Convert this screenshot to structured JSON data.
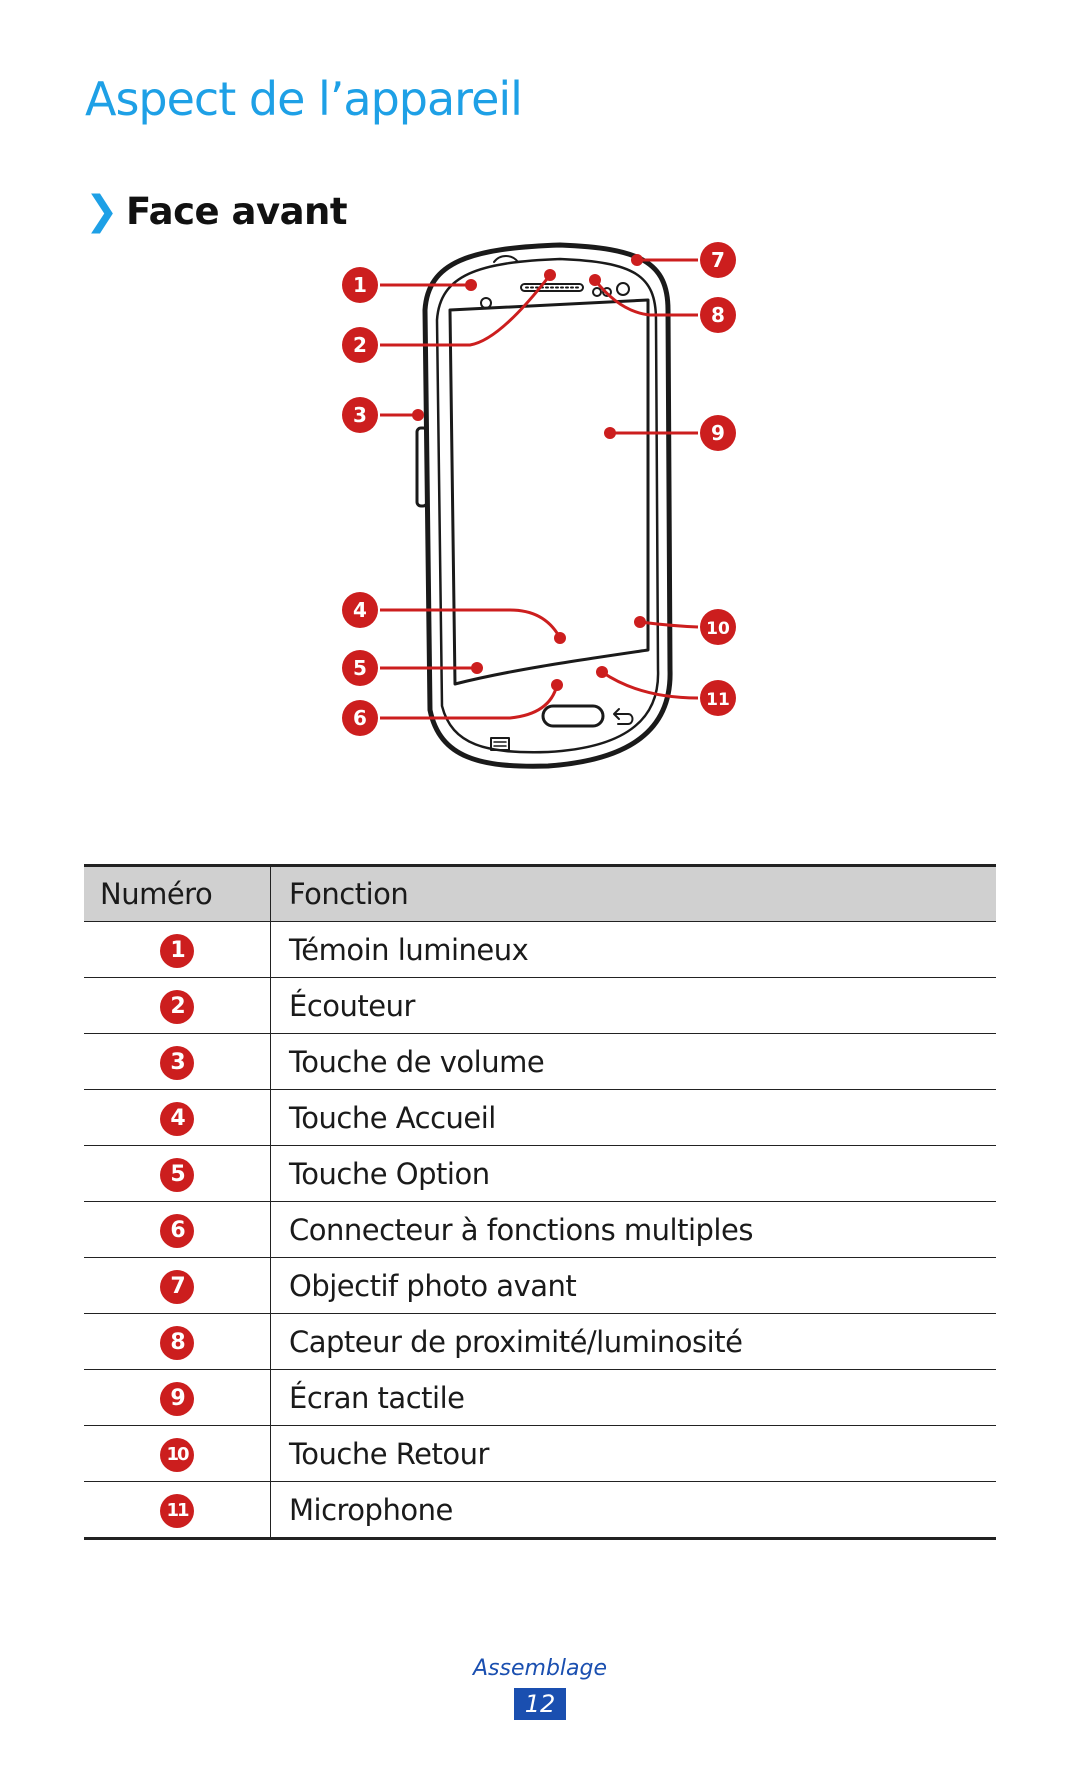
{
  "page": {
    "title": "Aspect de l’appareil",
    "section_chevron": "❯",
    "section_title": "Face avant"
  },
  "figure": {
    "callouts": [
      "1",
      "2",
      "3",
      "4",
      "5",
      "6",
      "7",
      "8",
      "9",
      "10",
      "11"
    ]
  },
  "table": {
    "headers": [
      "Numéro",
      "Fonction"
    ],
    "rows": [
      {
        "num": "1",
        "label": "Témoin lumineux"
      },
      {
        "num": "2",
        "label": "Écouteur"
      },
      {
        "num": "3",
        "label": "Touche de volume"
      },
      {
        "num": "4",
        "label": "Touche Accueil"
      },
      {
        "num": "5",
        "label": "Touche Option"
      },
      {
        "num": "6",
        "label": "Connecteur à fonctions multiples"
      },
      {
        "num": "7",
        "label": "Objectif photo avant"
      },
      {
        "num": "8",
        "label": "Capteur de proximité/luminosité"
      },
      {
        "num": "9",
        "label": "Écran tactile"
      },
      {
        "num": "10",
        "label": "Touche Retour"
      },
      {
        "num": "11",
        "label": "Microphone"
      }
    ]
  },
  "footer": {
    "section": "Assemblage",
    "page_number": "12"
  },
  "colors": {
    "title_blue": "#1ea0e6",
    "callout_red": "#cc1e1e",
    "footer_blue": "#1a4fb0",
    "table_header_gray": "#d0d0d0"
  }
}
